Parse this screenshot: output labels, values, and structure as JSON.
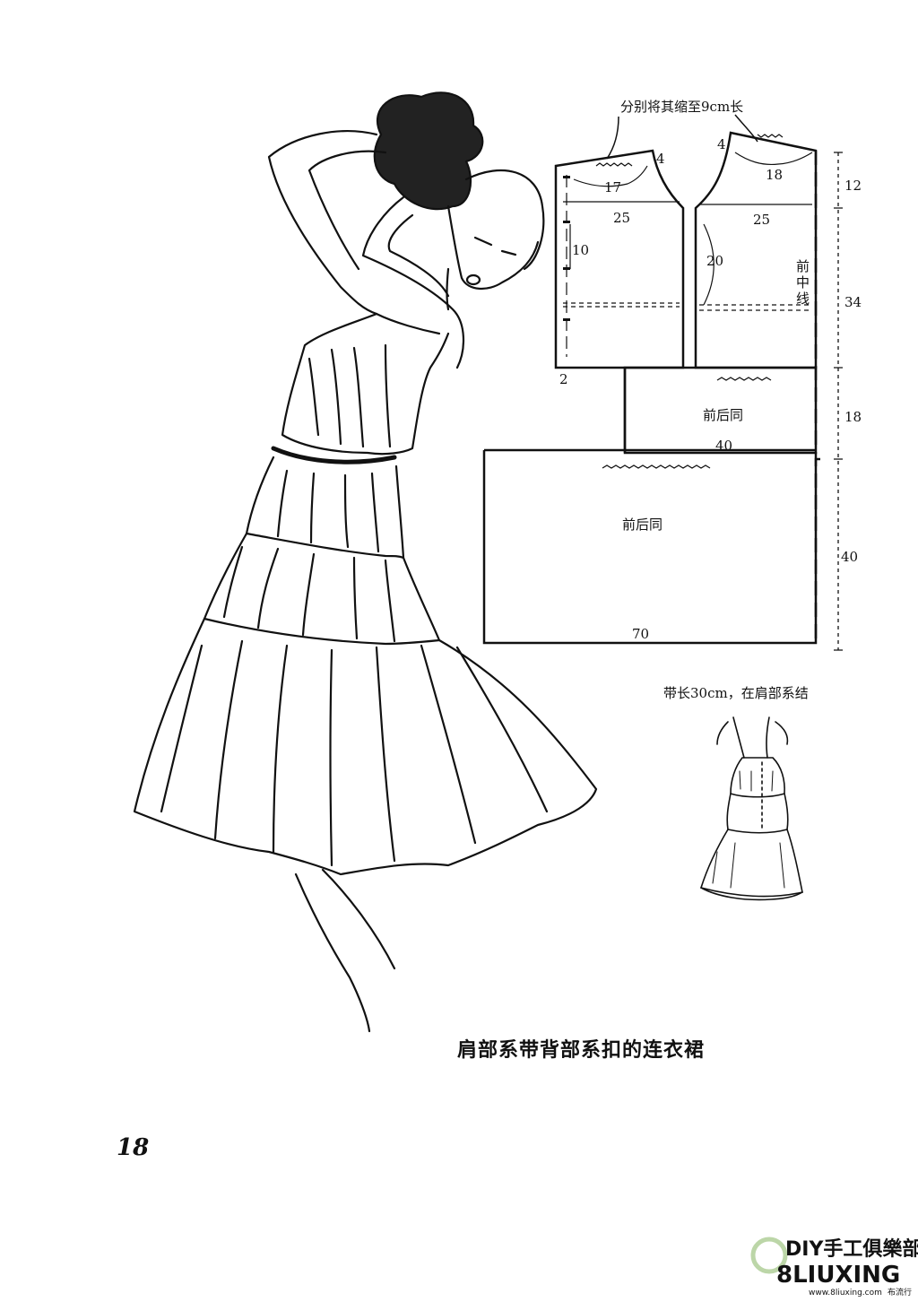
{
  "top_note": "分别将其缩至9cm长",
  "pattern": {
    "back": {
      "neck_width": "17",
      "shoulder": "4",
      "width": "25",
      "armhole_mark": "10",
      "seam_allowance": "2"
    },
    "front": {
      "shoulder": "4",
      "neck_width": "18",
      "width": "25",
      "armhole": "20",
      "center_line": [
        "前",
        "中",
        "线"
      ]
    },
    "tier1": {
      "label": "前后同",
      "width": "40"
    },
    "tier2": {
      "label": "前后同",
      "width": "70"
    },
    "lengths": [
      "12",
      "34",
      "18",
      "40"
    ]
  },
  "strap_note": "带长30cm，在肩部系结",
  "caption": "肩部系带背部系扣的连衣裙",
  "page_number": "18",
  "watermark": {
    "brand": "DIY手工俱樂部",
    "logo_text": "8LIUXING",
    "url": "www.8liuxing.com",
    "site": "布流行"
  }
}
